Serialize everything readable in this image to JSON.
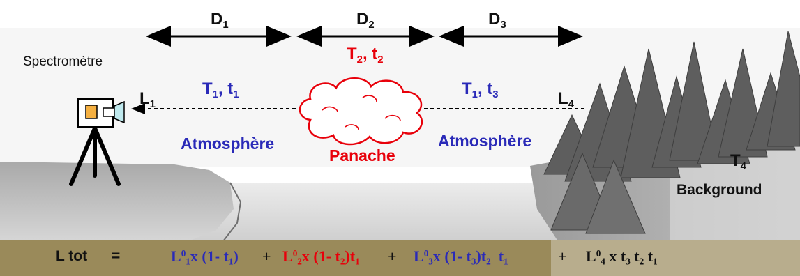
{
  "spectrometer_label": "Spectromètre",
  "distances": {
    "d1": "D",
    "d1_sub": "1",
    "d2": "D",
    "d2_sub": "2",
    "d3": "D",
    "d3_sub": "3"
  },
  "plume_params": {
    "T": "T",
    "T_sub": "2",
    "sep": ", ",
    "t": "t",
    "t_sub": "2"
  },
  "atmo_left_params": {
    "T": "T",
    "T_sub": "1",
    "sep": ", ",
    "t": "t",
    "t_sub": "1"
  },
  "atmo_right_params": {
    "T": "T",
    "T_sub": "1",
    "sep": ", ",
    "t": "t",
    "t_sub": "3"
  },
  "radiance_left": {
    "L": "L",
    "sub": "1"
  },
  "radiance_right": {
    "L": "L",
    "sub": "4"
  },
  "atmosphere_left": "Atmosphère",
  "atmosphere_right": "Atmosphère",
  "plume_label": "Panache",
  "background_temp": {
    "T": "T",
    "sub": "4"
  },
  "background_label": "Background",
  "formula": {
    "lhs": "L tot",
    "equals": "=",
    "plus": "+",
    "term1": {
      "L": "L",
      "sup": "0",
      "sub": "1",
      "a": "x (1- t",
      "a_sub": "1",
      "b": ")"
    },
    "term2": {
      "L": "L",
      "sup": "0",
      "sub": "2",
      "a": "x (1- t",
      "a_sub": "2",
      "b": ")t",
      "b_sub": "1"
    },
    "term3": {
      "L": "L",
      "sup": "0",
      "sub": "3",
      "a": "x (1- t",
      "a_sub": "3",
      "b": ")t",
      "b_sub": "2",
      "c": "t",
      "c_sub": "1"
    },
    "term4": {
      "L": "L",
      "sup": "0",
      "sub": "4",
      "a": "x t",
      "a_sub": "3",
      "b": "t",
      "b_sub": "2",
      "c": "t",
      "c_sub": "1"
    }
  },
  "colors": {
    "atmosphere_blue": "#2a2ab8",
    "plume_red": "#e8000a",
    "formula_bar": "#9a8a5a",
    "ground_gray": "#8f8f8f",
    "tree_gray": "#5a5a5a"
  },
  "icons": [
    "spectrometer-icon",
    "tripod-icon",
    "plume-cloud-icon",
    "forest-icon",
    "double-arrow-icon"
  ]
}
